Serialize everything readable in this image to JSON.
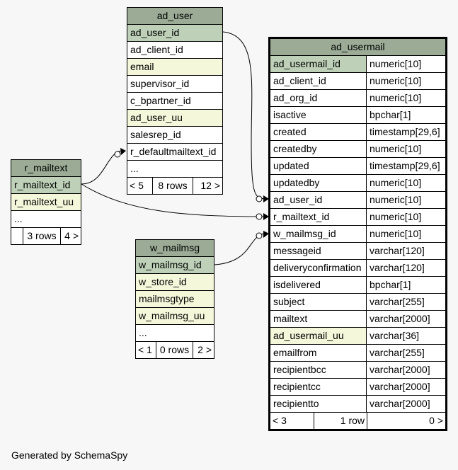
{
  "tables": {
    "ad_user": {
      "name": "ad_user",
      "rows": [
        {
          "name": "ad_user_id",
          "kind": "pk"
        },
        {
          "name": "ad_client_id",
          "kind": ""
        },
        {
          "name": "email",
          "kind": "idx"
        },
        {
          "name": "supervisor_id",
          "kind": ""
        },
        {
          "name": "c_bpartner_id",
          "kind": ""
        },
        {
          "name": "ad_user_uu",
          "kind": "idx"
        },
        {
          "name": "salesrep_id",
          "kind": ""
        },
        {
          "name": "r_defaultmailtext_id",
          "kind": ""
        },
        {
          "name": "...",
          "kind": ""
        }
      ],
      "footer": [
        "< 5",
        "8 rows",
        "12 >"
      ]
    },
    "r_mailtext": {
      "name": "r_mailtext",
      "rows": [
        {
          "name": "r_mailtext_id",
          "kind": "pk"
        },
        {
          "name": "r_mailtext_uu",
          "kind": "idx"
        },
        {
          "name": "...",
          "kind": ""
        }
      ],
      "footer": [
        "",
        "3 rows",
        "4 >"
      ]
    },
    "w_mailmsg": {
      "name": "w_mailmsg",
      "rows": [
        {
          "name": "w_mailmsg_id",
          "kind": "pk"
        },
        {
          "name": "w_store_id",
          "kind": "idx"
        },
        {
          "name": "mailmsgtype",
          "kind": "idx"
        },
        {
          "name": "w_mailmsg_uu",
          "kind": "idx"
        },
        {
          "name": "...",
          "kind": ""
        }
      ],
      "footer": [
        "< 1",
        "0 rows",
        "2 >"
      ]
    },
    "ad_usermail": {
      "name": "ad_usermail",
      "rows": [
        {
          "name": "ad_usermail_id",
          "type": "numeric[10]",
          "kind": "pk"
        },
        {
          "name": "ad_client_id",
          "type": "numeric[10]",
          "kind": ""
        },
        {
          "name": "ad_org_id",
          "type": "numeric[10]",
          "kind": ""
        },
        {
          "name": "isactive",
          "type": "bpchar[1]",
          "kind": ""
        },
        {
          "name": "created",
          "type": "timestamp[29,6]",
          "kind": ""
        },
        {
          "name": "createdby",
          "type": "numeric[10]",
          "kind": ""
        },
        {
          "name": "updated",
          "type": "timestamp[29,6]",
          "kind": ""
        },
        {
          "name": "updatedby",
          "type": "numeric[10]",
          "kind": ""
        },
        {
          "name": "ad_user_id",
          "type": "numeric[10]",
          "kind": ""
        },
        {
          "name": "r_mailtext_id",
          "type": "numeric[10]",
          "kind": ""
        },
        {
          "name": "w_mailmsg_id",
          "type": "numeric[10]",
          "kind": ""
        },
        {
          "name": "messageid",
          "type": "varchar[120]",
          "kind": ""
        },
        {
          "name": "deliveryconfirmation",
          "type": "varchar[120]",
          "kind": ""
        },
        {
          "name": "isdelivered",
          "type": "bpchar[1]",
          "kind": ""
        },
        {
          "name": "subject",
          "type": "varchar[255]",
          "kind": ""
        },
        {
          "name": "mailtext",
          "type": "varchar[2000]",
          "kind": ""
        },
        {
          "name": "ad_usermail_uu",
          "type": "varchar[36]",
          "kind": "idx"
        },
        {
          "name": "emailfrom",
          "type": "varchar[255]",
          "kind": ""
        },
        {
          "name": "recipientbcc",
          "type": "varchar[2000]",
          "kind": ""
        },
        {
          "name": "recipientcc",
          "type": "varchar[2000]",
          "kind": ""
        },
        {
          "name": "recipientto",
          "type": "varchar[2000]",
          "kind": ""
        }
      ],
      "footer": [
        "< 3",
        "1 row",
        "0 >"
      ]
    }
  },
  "footer_text": "Generated by SchemaSpy",
  "colors": {
    "header": "#9bab96",
    "primary_key": "#bed1b8",
    "indexed": "#f4f7da",
    "background": "#f7f7f7"
  }
}
